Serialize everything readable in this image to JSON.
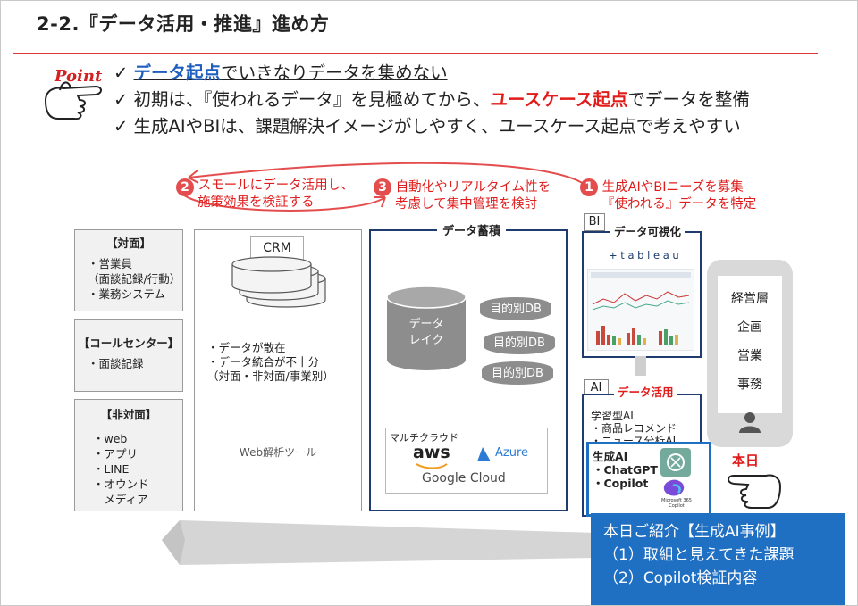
{
  "title": "2-2.『データ活用・推進』進め方",
  "point_label": "Point",
  "bullets": [
    {
      "check": "✓",
      "blue": "データ起点",
      "rest": "でいきなりデータを集めない"
    },
    {
      "check": "✓",
      "a": "初期は、『使われるデータ』を見極めてから、",
      "red": "ユースケース起点",
      "b": "でデータを整備"
    },
    {
      "check": "✓",
      "text": "生成AIやBIは、課題解決イメージがしやすく、ユースケース起点で考えやすい"
    }
  ],
  "steps": [
    {
      "num": "2",
      "line1": "スモールにデータ活用し、",
      "line2": "施策効果を検証する"
    },
    {
      "num": "3",
      "line1": "自動化やリアルタイム性を",
      "line2": "考慮して集中管理を検討"
    },
    {
      "num": "1",
      "line1": "生成AIやBIニーズを募集",
      "line2": "『使われる』データを特定"
    }
  ],
  "sources": [
    {
      "title": "【対面】",
      "items": [
        "・営業員",
        "（面談記録/行動）",
        "・業務システム"
      ]
    },
    {
      "title": "【コールセンター】",
      "items": [
        "・面談記録"
      ]
    },
    {
      "title": "【非対面】",
      "items": [
        "・web",
        "・アプリ",
        "・LINE",
        "・オウンド",
        "　メディア"
      ]
    }
  ],
  "crm": {
    "label": "CRM",
    "notes": [
      "・データが散在",
      "・データ統合が不十分",
      "（対面・非対面/事業別）"
    ],
    "web_tool": "Web解析ツール"
  },
  "storage": {
    "title": "データ蓄積",
    "lake_line1": "データ",
    "lake_line2": "レイク",
    "dbs": [
      "目的別DB",
      "目的別DB",
      "目的別DB"
    ],
    "multicloud": "マルチクラウド",
    "aws": "aws",
    "azure": "Azure",
    "google": "Google Cloud"
  },
  "bi": {
    "tag": "BI",
    "title": "データ可視化",
    "tableau": "+ t a b l e a u"
  },
  "ai": {
    "tag": "AI",
    "title": "データ活用",
    "learning": "学習型AI",
    "learning_items": [
      "・商品レコメンド",
      "・ニュース分析AI"
    ],
    "gen": "生成AI",
    "gen_items": [
      "・ChatGPT",
      "・Copilot"
    ],
    "ms_note": "Microsoft 365 Copilot"
  },
  "users": [
    "経営層",
    "企画",
    "営業",
    "事務"
  ],
  "today_label": "本日",
  "callout": [
    "本日ご紹介【生成AI事例】",
    "（1）取組と見えてきた課題",
    "（2）Copilot検証内容"
  ],
  "colors": {
    "accent_red": "#e21b1b",
    "blue": "#1f5fbf",
    "navy": "#1f3b70",
    "callout": "#1f6fc3"
  }
}
